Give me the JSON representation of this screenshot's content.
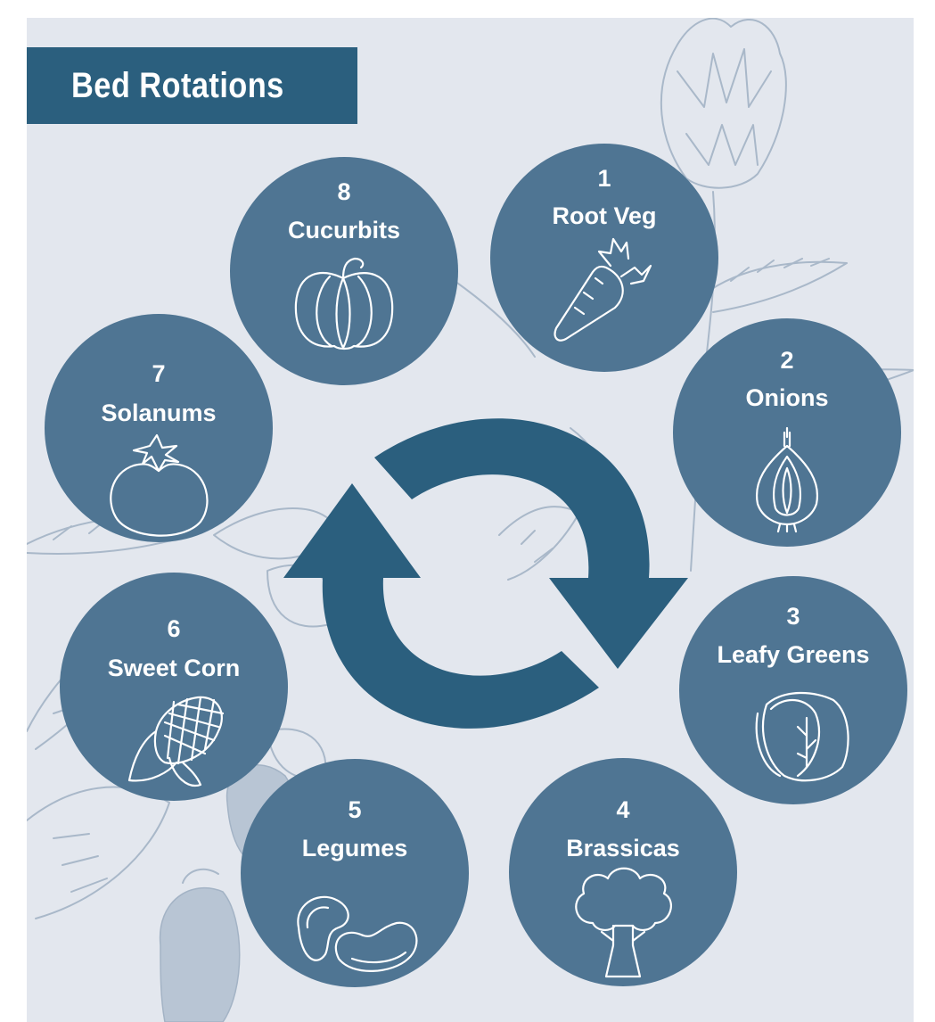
{
  "title": "Bed Rotations",
  "colors": {
    "background": "#e3e7ee",
    "title_bar": "#2b5f7e",
    "circle": "#4f7593",
    "arrows": "#2b5f7e",
    "sketch": "#a9b8c9"
  },
  "beds": [
    {
      "number": "1",
      "name": "Root Veg",
      "icon": "carrot-icon"
    },
    {
      "number": "2",
      "name": "Onions",
      "icon": "onion-icon"
    },
    {
      "number": "3",
      "name": "Leafy Greens",
      "icon": "cabbage-icon"
    },
    {
      "number": "4",
      "name": "Brassicas",
      "icon": "broccoli-icon"
    },
    {
      "number": "5",
      "name": "Legumes",
      "icon": "beans-icon"
    },
    {
      "number": "6",
      "name": "Sweet Corn",
      "icon": "corn-icon"
    },
    {
      "number": "7",
      "name": "Solanums",
      "icon": "tomato-icon"
    },
    {
      "number": "8",
      "name": "Cucurbits",
      "icon": "pumpkin-icon"
    }
  ]
}
